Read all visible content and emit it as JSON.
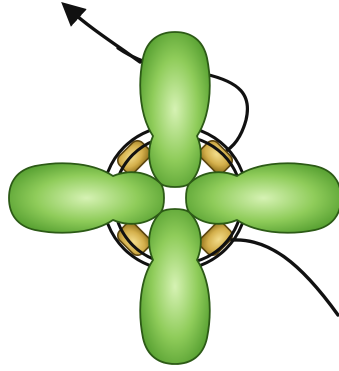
{
  "diagram": {
    "subject": "beadwork-thread-path",
    "colors": {
      "background": "#ffffff",
      "petal_light": "#d6f2b4",
      "petal_mid": "#8fcc5a",
      "petal_dark": "#4f9a2c",
      "petal_outline": "#2c5a16",
      "bead_light": "#f2dc8a",
      "bead_mid": "#d4b04c",
      "bead_dark": "#9a7a22",
      "bead_outline": "#5c4510",
      "thread": "#111111"
    },
    "petals": [
      {
        "name": "top",
        "angle": 0
      },
      {
        "name": "right",
        "angle": 90
      },
      {
        "name": "bottom",
        "angle": 180
      },
      {
        "name": "left",
        "angle": 270
      }
    ],
    "small_beads": [
      {
        "name": "top-left",
        "angle": 315
      },
      {
        "name": "top-right",
        "angle": 45
      },
      {
        "name": "bottom-right",
        "angle": 135
      },
      {
        "name": "bottom-left",
        "angle": 225
      }
    ],
    "thread_rings": 2,
    "arrow": {
      "direction": "up-left"
    }
  }
}
